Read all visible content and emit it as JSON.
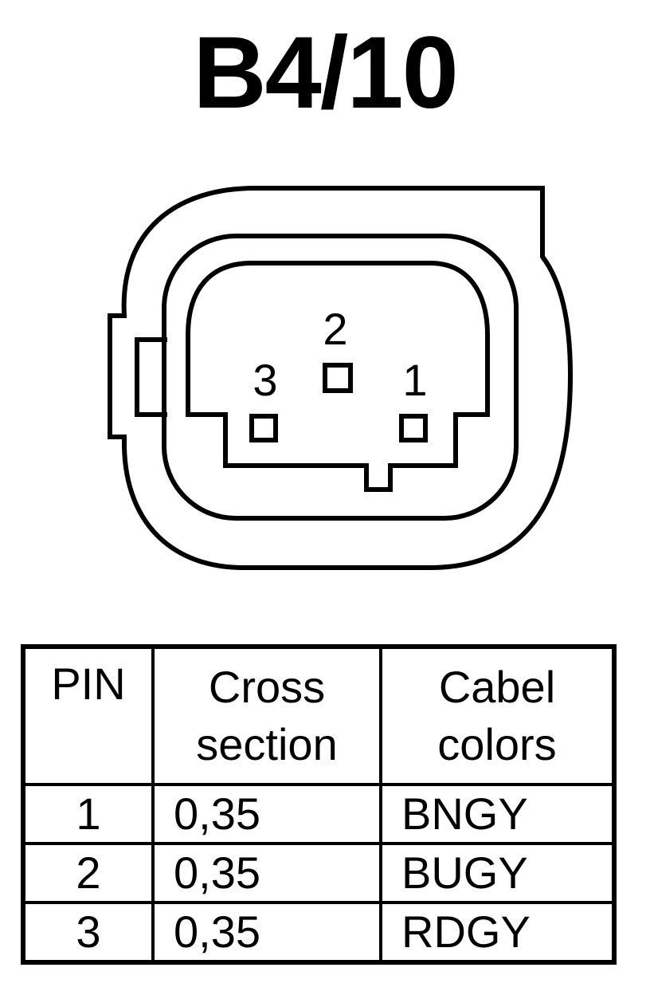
{
  "title": "B4/10",
  "connector": {
    "pins": [
      {
        "number": "1"
      },
      {
        "number": "2"
      },
      {
        "number": "3"
      }
    ]
  },
  "table": {
    "headers": {
      "pin": "PIN",
      "cross_line1": "Cross",
      "cross_line2": "section",
      "color_line1": "Cabel",
      "color_line2": "colors"
    },
    "rows": [
      {
        "pin": "1",
        "cross_section": "0,35",
        "color": "BNGY"
      },
      {
        "pin": "2",
        "cross_section": "0,35",
        "color": "BUGY"
      },
      {
        "pin": "3",
        "cross_section": "0,35",
        "color": "RDGY"
      }
    ]
  }
}
